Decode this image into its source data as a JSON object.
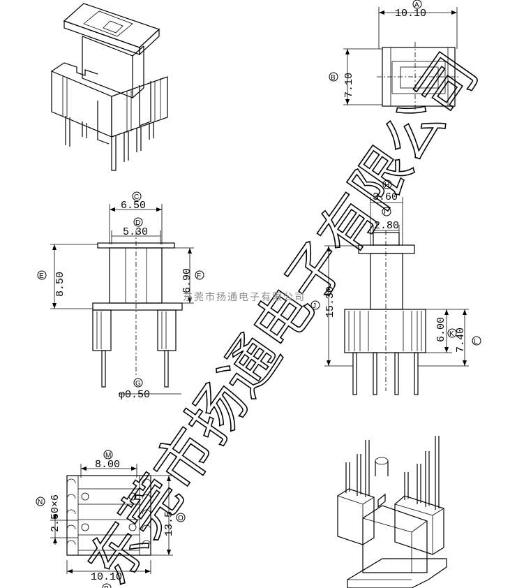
{
  "watermark": {
    "large": "东莞市扬通电子有限公司",
    "small": "东莞市扬通电子有限公司"
  },
  "dimensions": {
    "A": {
      "tag": "A",
      "value": "10.10"
    },
    "B": {
      "tag": "B",
      "value": "7.10"
    },
    "C": {
      "tag": "C",
      "value": "6.50"
    },
    "D": {
      "tag": "D",
      "value": "5.30"
    },
    "E": {
      "tag": "E",
      "value": "8.50"
    },
    "F": {
      "tag": "F",
      "value": "6.90"
    },
    "G": {
      "tag": "G",
      "value": "φ0.50"
    },
    "H": {
      "tag": "H",
      "value": "3.60"
    },
    "I": {
      "tag": "I",
      "value": "2.80"
    },
    "J": {
      "tag": "J",
      "value": "15.30"
    },
    "K": {
      "tag": "K",
      "value": "6.00"
    },
    "L": {
      "tag": "L",
      "value": "7.40"
    },
    "M": {
      "tag": "M",
      "value": "8.00"
    },
    "N": {
      "tag": "N",
      "value": "2.50×6"
    },
    "O": {
      "tag": "O",
      "value": "13.5"
    },
    "P": {
      "tag": "P",
      "value": "10.10"
    }
  }
}
